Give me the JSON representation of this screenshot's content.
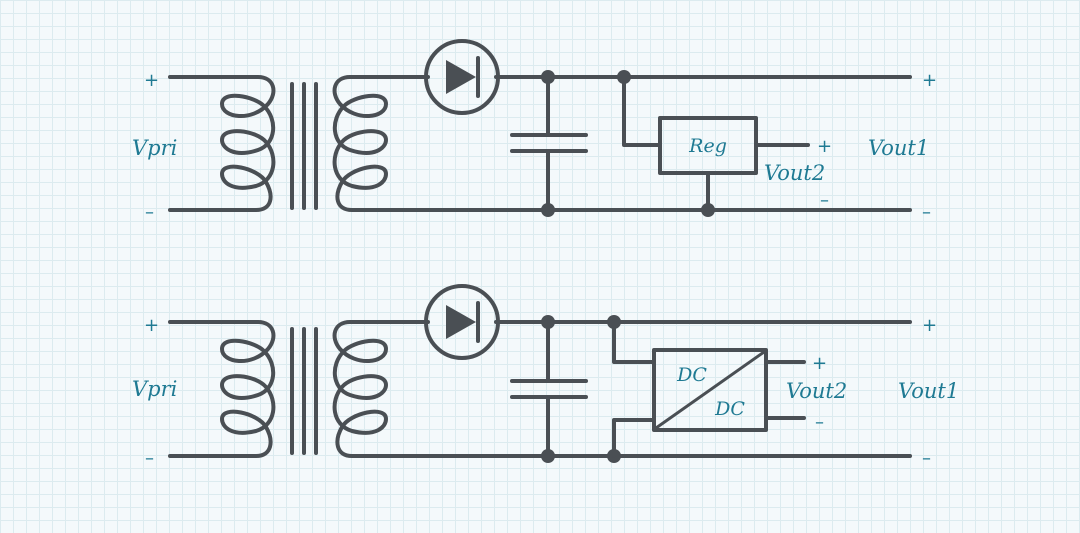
{
  "colors": {
    "wire": "#4a4f54",
    "label": "#1f7a93",
    "grid": "#dcebef",
    "background": "#f4f9fb"
  },
  "circuits": [
    {
      "id": "regulator",
      "input_label": "Vpri",
      "input_plus": "+",
      "input_minus": "–",
      "block_label": "Reg",
      "out2_label": "Vout2",
      "out2_plus": "+",
      "out2_minus": "–",
      "out1_label": "Vout1",
      "out1_plus": "+",
      "out1_minus": "–"
    },
    {
      "id": "dcdc",
      "input_label": "Vpri",
      "input_plus": "+",
      "input_minus": "–",
      "block_label_top": "DC",
      "block_label_bottom": "DC",
      "out2_label": "Vout2",
      "out2_plus": "+",
      "out2_minus": "–",
      "out1_label": "Vout1",
      "out1_plus": "+",
      "out1_minus": "–"
    }
  ]
}
